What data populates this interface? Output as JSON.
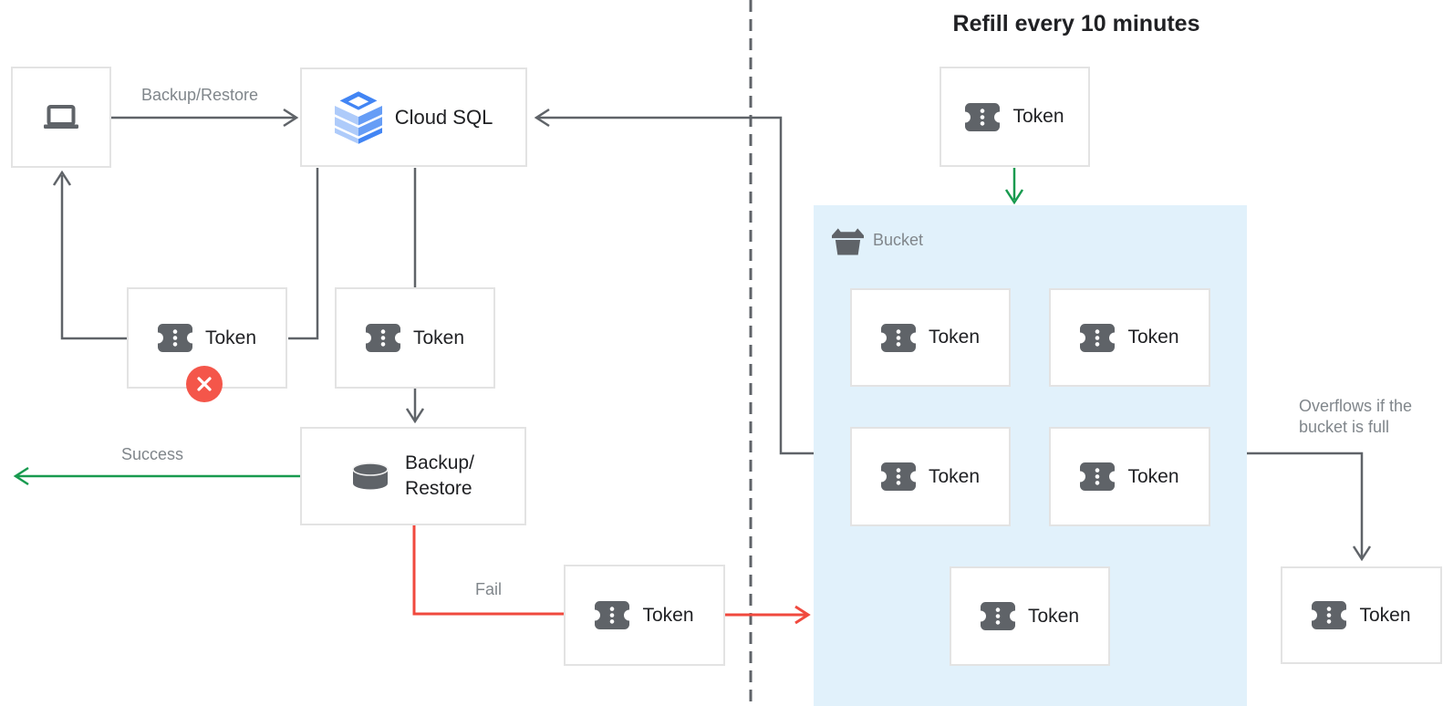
{
  "title": "Refill every 10 minutes",
  "labels": {
    "token": "Token",
    "cloud_sql": "Cloud SQL",
    "bucket": "Bucket"
  },
  "nodes": {
    "client": {
      "icon": "laptop-icon"
    },
    "cloud_sql": {
      "label": "Cloud SQL",
      "icon": "cloud-sql-icon"
    },
    "backup_restore": {
      "icon": "database-icon",
      "line1": "Backup/",
      "line2": "Restore"
    },
    "bucket": {
      "label": "Bucket",
      "icon": "bucket-icon",
      "token_count": 5
    },
    "failed_token": {
      "badge_icon": "error-x-icon"
    }
  },
  "edges": {
    "request": {
      "label": "Backup/Restore"
    },
    "success": {
      "label": "Success"
    },
    "fail": {
      "label": "Fail"
    },
    "overflow": {
      "line1": "Overflows if the",
      "line2": "bucket is full"
    }
  },
  "colors": {
    "arrow_gray": "#5f6368",
    "success_green": "#189a4f",
    "fail_red": "#f0493e",
    "badge_red": "#f4564a",
    "bucket_background": "#e1f1fb",
    "box_border": "#e3e3e3",
    "icon_gray": "#5f6368",
    "label_gray": "#80868b",
    "text_dark": "#202124",
    "cloud_sql_blue_light": "#aecbfa",
    "cloud_sql_blue_mid": "#669df6",
    "cloud_sql_blue_dark": "#4285f4"
  }
}
